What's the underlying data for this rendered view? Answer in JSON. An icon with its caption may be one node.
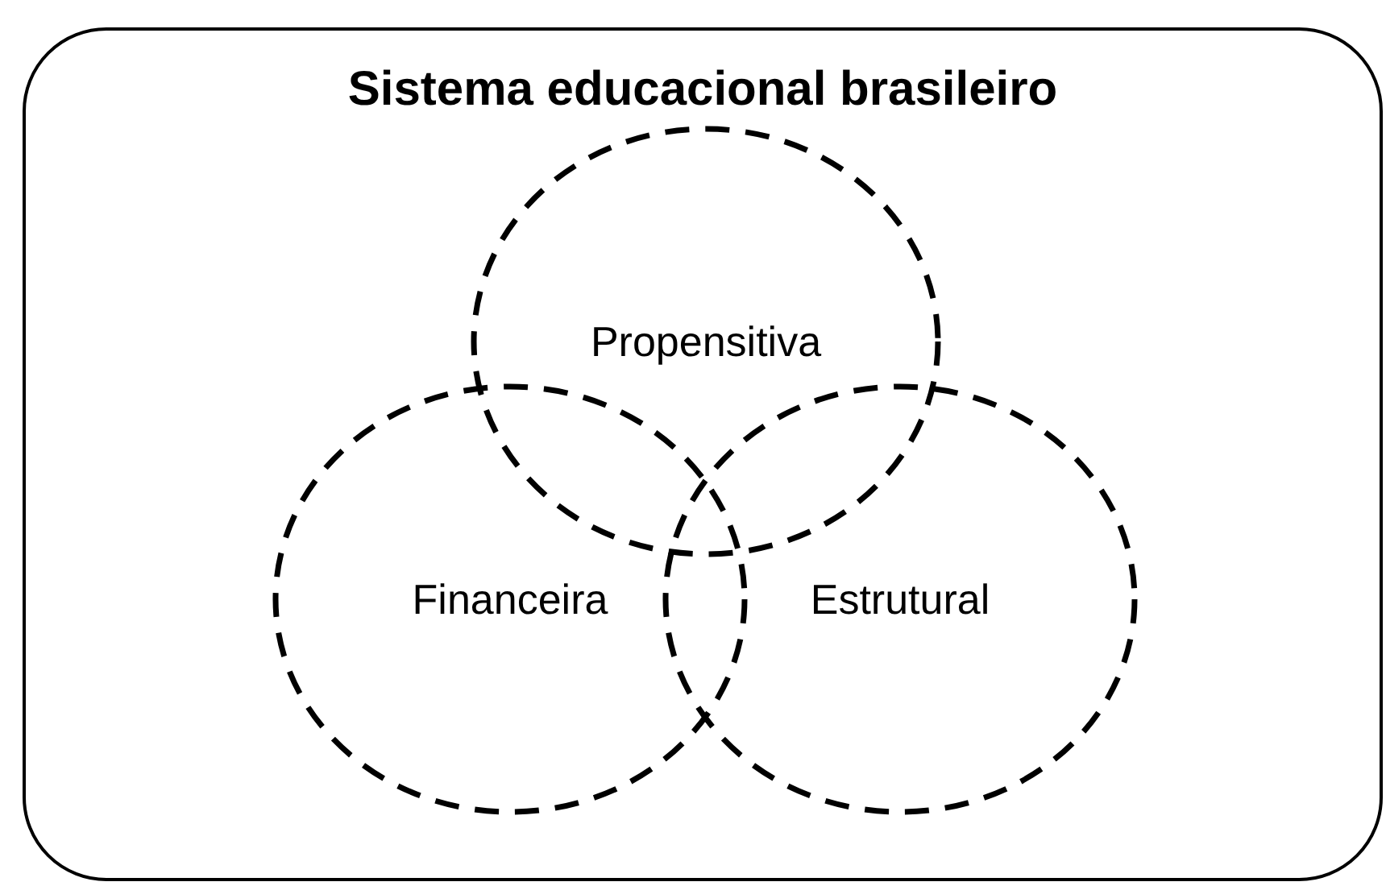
{
  "diagram": {
    "nodes": [
      {
        "text": [
          "Sistema educacional brasileiro"
        ]
      },
      {
        "text": [
          "Propensitiva"
        ],
        "in": 0
      },
      {
        "text": [
          "Financeira"
        ],
        "in": 0
      },
      {
        "text": [
          "Estrutural"
        ],
        "in": 0
      }
    ]
  }
}
